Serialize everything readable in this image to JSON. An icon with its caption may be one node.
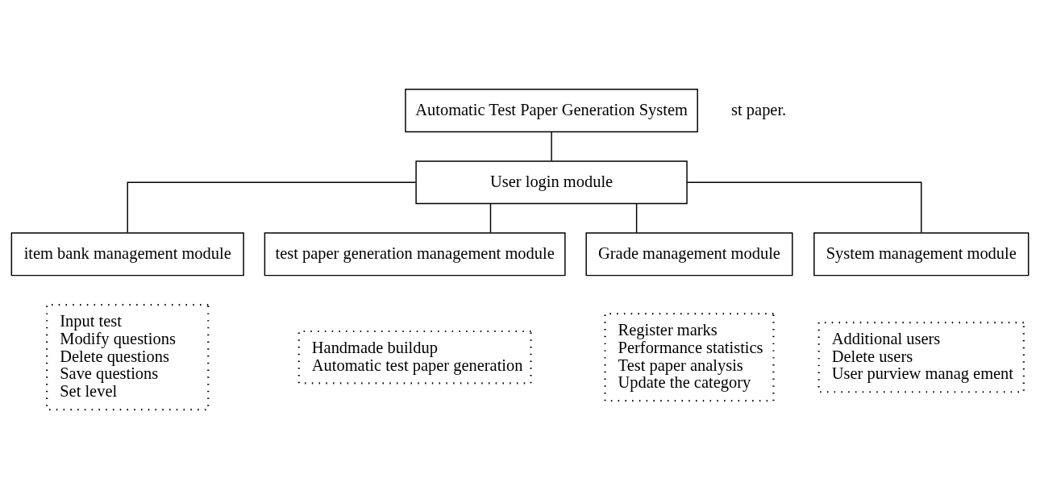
{
  "diagram": {
    "nodes": [
      {
        "text": [
          "Automatic Test Paper Generation System"
        ]
      },
      {
        "text": [
          "User login module"
        ]
      },
      {
        "text": [
          "item bank management module"
        ]
      },
      {
        "text": [
          "test paper generation management module"
        ]
      },
      {
        "text": [
          "Grade management module"
        ]
      },
      {
        "text": [
          "System management module"
        ]
      },
      {
        "text": [
          "Input test",
          "Modify questions",
          "Delete questions",
          "Save questions",
          "Set level"
        ]
      },
      {
        "text": [
          "Handmade buildup",
          "Automatic test paper generation"
        ]
      },
      {
        "text": [
          "Register marks",
          "Performance statistics",
          "Test paper analysis",
          "Update the category"
        ]
      },
      {
        "text": [
          "Additional users",
          "Delete users",
          "User purview manag ement"
        ]
      }
    ],
    "edges": [
      {
        "from": 0,
        "to": 1,
        "arrow": "none"
      },
      {
        "from": 1,
        "to": 2,
        "arrow": "none"
      },
      {
        "from": 1,
        "to": 3,
        "arrow": "none"
      },
      {
        "from": 1,
        "to": 4,
        "arrow": "none"
      },
      {
        "from": 1,
        "to": 5,
        "arrow": "none"
      }
    ],
    "labels": [
      "st paper."
    ]
  }
}
